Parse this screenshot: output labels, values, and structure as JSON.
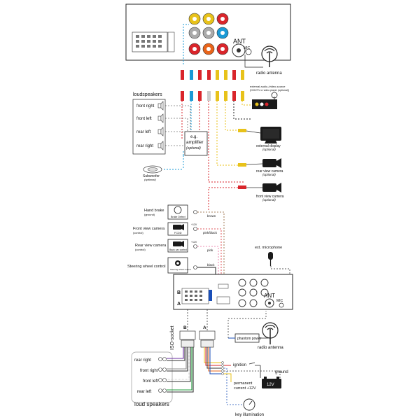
{
  "top": {
    "loudspeakers_title": "loudspeakers",
    "speakers": [
      "front right",
      "front left",
      "rear left",
      "rear right"
    ],
    "amplifier": {
      "line1": "e.g.",
      "line2": "amplifier",
      "line3": "(optional)"
    },
    "subwoofer": {
      "label": "Subwoofer",
      "note": "(optional)"
    },
    "ant": "ANT",
    "mic": "MIC",
    "radio_antenna": "radio antenna",
    "external_source": {
      "line1": "external audio-/video-source",
      "line2": "(DVD/TV or video player (optional))"
    },
    "external_display": {
      "label": "external display",
      "note": "(optional)"
    },
    "rear_camera": {
      "label": "rear view camera",
      "note": "(optional)"
    },
    "front_camera": {
      "label": "front view camera",
      "note": "(optional)"
    }
  },
  "bottom": {
    "hand_brake": {
      "label": "Hand brake",
      "note": "(ground)",
      "box": "Brake Detect",
      "wire": "brown"
    },
    "front_cam": {
      "label": "Front view camera",
      "note": "(control)",
      "box": "FCDD",
      "v": "+12V",
      "wire": "pink/black"
    },
    "rear_cam": {
      "label": "Rear view camera",
      "note": "(control)",
      "box": "Back car control",
      "v": "+12V",
      "wire": "pink"
    },
    "steering": {
      "label": "Steering wheel control",
      "box": "Steering wheel control",
      "wire": "black"
    },
    "ext_mic": "ext. microphone",
    "b": "B",
    "a": "A",
    "ant": "ANT",
    "mic": "MIC",
    "iso_socket": "ISO-socket",
    "b_label": "B",
    "a_label": "A",
    "speakers": [
      "rear right",
      "front right",
      "front left",
      "rear left"
    ],
    "loud_speakers": "loud speakers",
    "phantom_power": "phantom power",
    "radio_antenna": "radio antenna",
    "ignition": "ignition",
    "ground": "ground",
    "permanent_line1": "permanent",
    "permanent_line2": "current +12V",
    "battery": "12V",
    "key_illumination": "key illumination"
  }
}
